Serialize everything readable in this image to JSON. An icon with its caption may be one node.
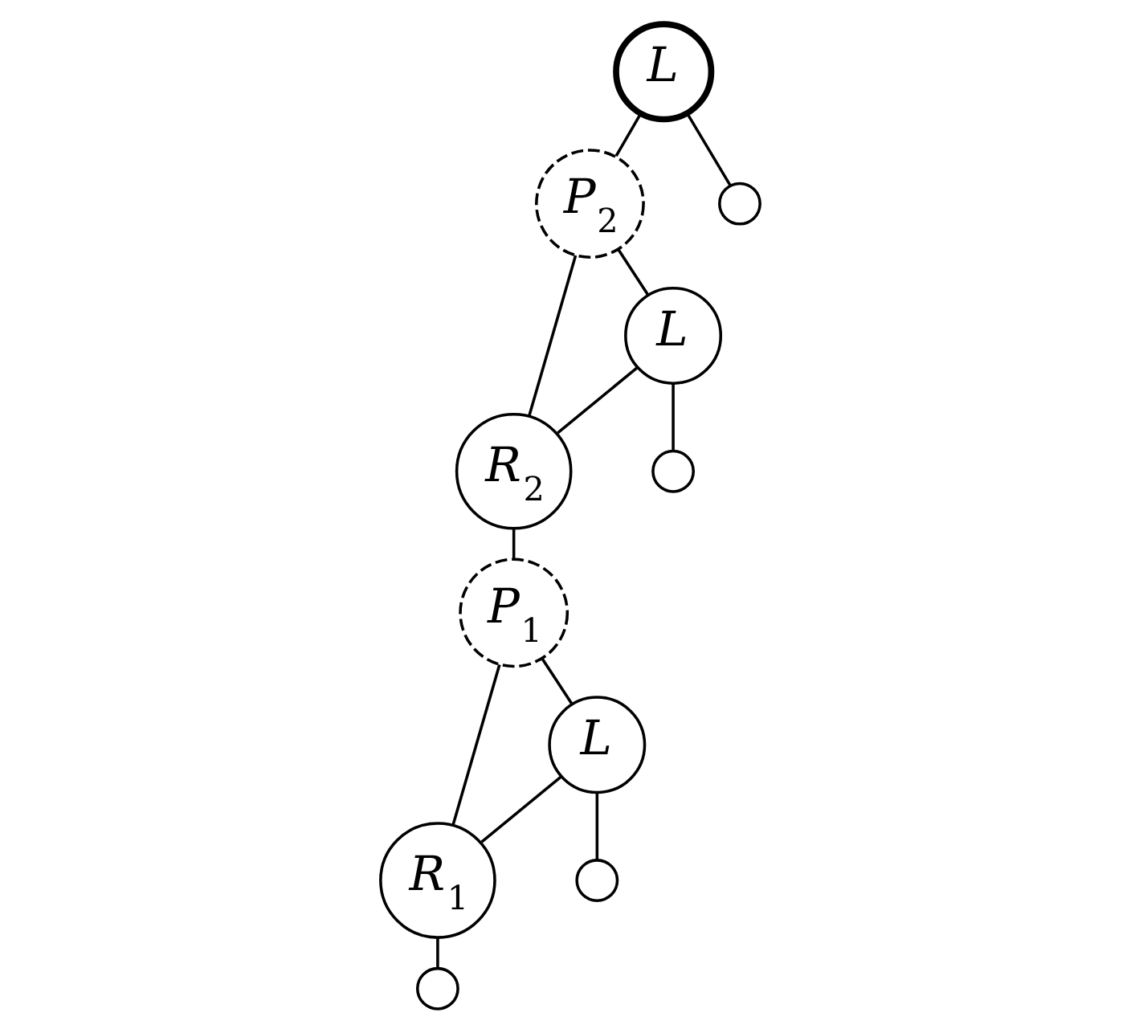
{
  "diagram": {
    "nodes": [
      {
        "text": [
          "L"
        ]
      },
      {
        "text": [],
        "shape": "circle"
      },
      {
        "text": [
          "P$_{2}$"
        ]
      },
      {
        "text": [
          "L"
        ]
      },
      {
        "text": [],
        "shape": "circle"
      },
      {
        "text": [
          "R$_{2}$"
        ]
      },
      {
        "text": [
          "P$_{1}$"
        ]
      },
      {
        "text": [
          "L"
        ]
      },
      {
        "text": [],
        "shape": "circle"
      },
      {
        "text": [
          "R$_{1}$"
        ]
      },
      {
        "text": [],
        "shape": "circle"
      }
    ],
    "edges": [
      {
        "from": 0,
        "to": 2,
        "arrow": "none"
      },
      {
        "from": 0,
        "to": 1,
        "arrow": "none"
      },
      {
        "from": 2,
        "to": 3,
        "arrow": "none"
      },
      {
        "from": 2,
        "to": 5,
        "arrow": "none"
      },
      {
        "from": 3,
        "to": 5,
        "arrow": "none"
      },
      {
        "from": 3,
        "to": 4,
        "arrow": "none"
      },
      {
        "from": 5,
        "to": 6,
        "arrow": "none"
      },
      {
        "from": 6,
        "to": 7,
        "arrow": "none"
      },
      {
        "from": 6,
        "to": 9,
        "arrow": "none"
      },
      {
        "from": 7,
        "to": 9,
        "arrow": "none"
      },
      {
        "from": 7,
        "to": 8,
        "arrow": "none"
      },
      {
        "from": 9,
        "to": 10,
        "arrow": "none"
      }
    ]
  }
}
